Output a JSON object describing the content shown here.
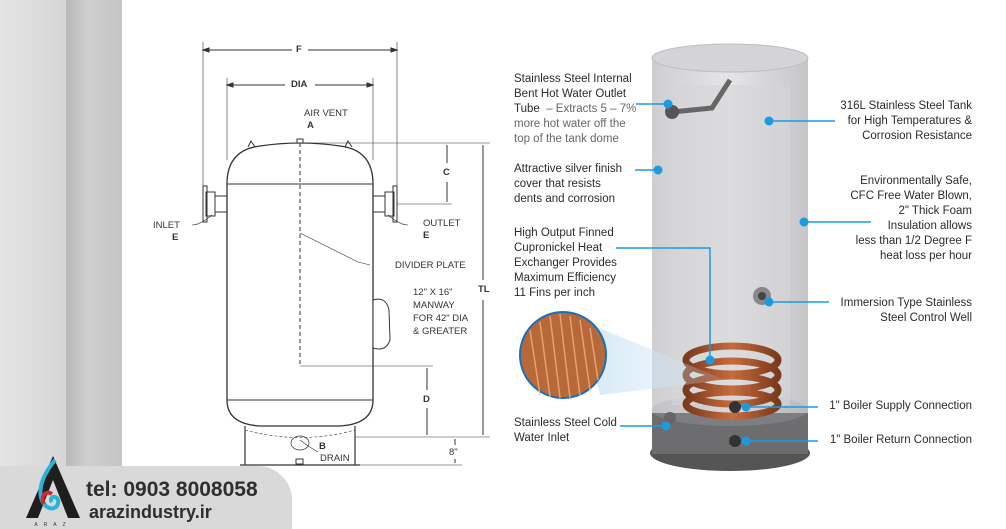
{
  "left_diagram": {
    "dim_f": "F",
    "dim_dia": "DIA",
    "air_vent": "AIR VENT",
    "air_vent_code": "A",
    "dim_c": "C",
    "inlet": "INLET",
    "inlet_code": "E",
    "outlet": "OUTLET",
    "outlet_code": "E",
    "divider_plate": "DIVIDER PLATE",
    "manway": [
      "12\" X 16\"",
      "MANWAY",
      "FOR 42\" DIA",
      "& GREATER"
    ],
    "dim_tl": "TL",
    "dim_d": "D",
    "drain_code": "B",
    "drain": "DRAIN",
    "dim_base": "8\""
  },
  "right_diagram": {
    "outlet_tube": {
      "bold": [
        "Stainless Steel Internal",
        "Bent Hot Water Outlet",
        "Tube"
      ],
      "light": [
        "– Extracts 5 – 7%",
        "more hot water off the",
        "top of the tank dome"
      ]
    },
    "cover": [
      "Attractive silver finish",
      "cover that resists",
      "dents and corrosion"
    ],
    "exchanger": [
      "High Output Finned",
      "Cupronickel Heat",
      "Exchanger Provides",
      "Maximum Efficiency",
      "11 Fins per inch"
    ],
    "cold_inlet": [
      "Stainless Steel Cold",
      "Water Inlet"
    ],
    "tank": [
      "316L Stainless Steel Tank",
      "for High Temperatures &",
      "Corrosion Resistance"
    ],
    "insulation": [
      "Environmentally Safe,",
      "CFC Free Water Blown,",
      "2\" Thick Foam",
      "Insulation allows",
      "less than 1/2 Degree F",
      "heat loss per hour"
    ],
    "control_well": [
      "Immersion Type Stainless",
      "Steel Control Well"
    ],
    "supply": "1\" Boiler Supply Connection",
    "return": "1\" Boiler  Return Connection",
    "accent": "#1a9be0"
  },
  "footer": {
    "logo_text": "ARAZ",
    "tel": "tel: 0903 8008058",
    "website": "arazindustry.ir"
  }
}
